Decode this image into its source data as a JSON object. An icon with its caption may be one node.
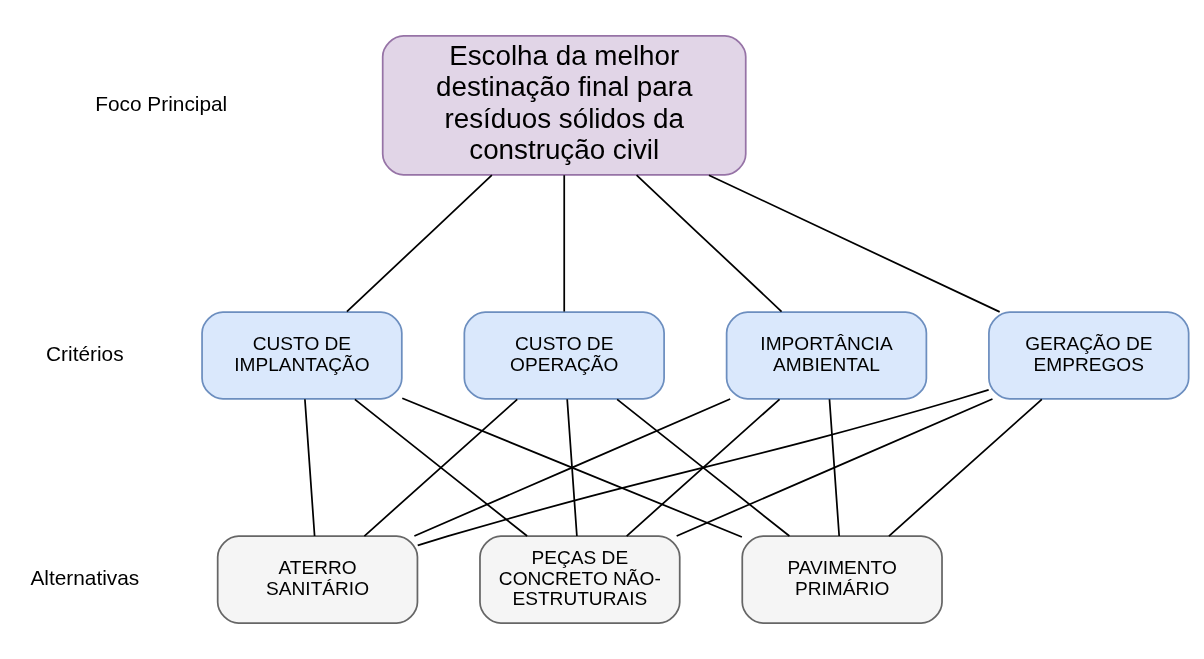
{
  "diagram": {
    "nodes": [
      {
        "text": [
          "Escolha da melhor destinação final para resíduos sólidos da construção civil"
        ]
      },
      {
        "text": [
          "CUSTO DE IMPLANTAÇÃO"
        ]
      },
      {
        "text": [
          "CUSTO DE OPERAÇÃO"
        ]
      },
      {
        "text": [
          "IMPORTÂNCIA AMBIENTAL"
        ]
      },
      {
        "text": [
          "GERAÇÃO DE EMPREGOS"
        ]
      },
      {
        "text": [
          "ATERRO SANITÁRIO"
        ]
      },
      {
        "text": [
          "PEÇAS DE CONCRETO NÃO-ESTRUTURAIS"
        ]
      },
      {
        "text": [
          "PAVIMENTO PRIMÁRIO"
        ]
      }
    ],
    "edges": [
      {
        "from": 0,
        "to": 1,
        "arrow": "none"
      },
      {
        "from": 0,
        "to": 2,
        "arrow": "none"
      },
      {
        "from": 0,
        "to": 3,
        "arrow": "none"
      },
      {
        "from": 0,
        "to": 4,
        "arrow": "none"
      },
      {
        "from": 1,
        "to": 5,
        "arrow": "none"
      },
      {
        "from": 1,
        "to": 6,
        "arrow": "none"
      },
      {
        "from": 1,
        "to": 7,
        "arrow": "none"
      },
      {
        "from": 2,
        "to": 5,
        "arrow": "none"
      },
      {
        "from": 2,
        "to": 6,
        "arrow": "none"
      },
      {
        "from": 2,
        "to": 7,
        "arrow": "none"
      },
      {
        "from": 3,
        "to": 5,
        "arrow": "none"
      },
      {
        "from": 3,
        "to": 6,
        "arrow": "none"
      },
      {
        "from": 3,
        "to": 7,
        "arrow": "none"
      },
      {
        "from": 4,
        "to": 5,
        "arrow": "none"
      },
      {
        "from": 4,
        "to": 6,
        "arrow": "none"
      },
      {
        "from": 4,
        "to": 7,
        "arrow": "none"
      }
    ],
    "labels": [
      "Foco Principal",
      "Critérios",
      "Alternativas"
    ]
  }
}
